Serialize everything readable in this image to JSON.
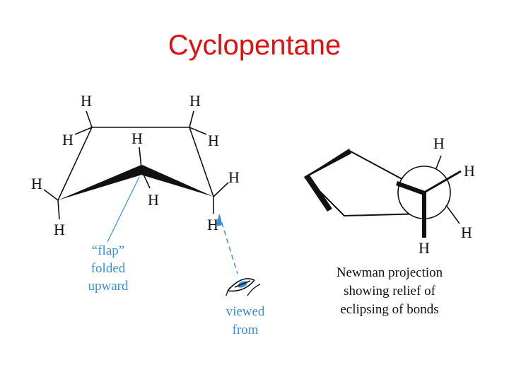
{
  "title": "Cyclopentane",
  "atom_label": "H",
  "flap_label": [
    "“flap”",
    "folded",
    "upward"
  ],
  "viewer_label": [
    "viewed",
    "from"
  ],
  "newman_label": [
    "Newman projection",
    "showing relief of",
    "eclipsing of bonds"
  ],
  "colors": {
    "title": "#e01010",
    "annotation": "#3b8fd6",
    "ink": "#111111"
  },
  "icons": [
    "eye-icon"
  ]
}
